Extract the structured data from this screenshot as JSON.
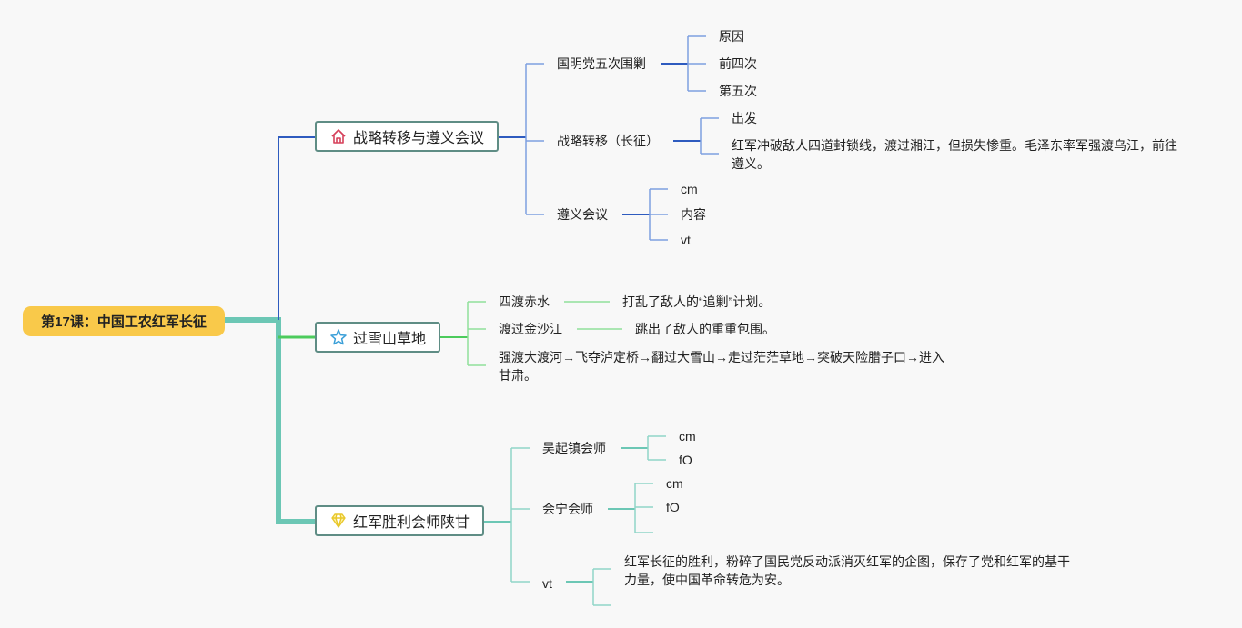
{
  "root": "第17课：中国工农红军长征",
  "topics": {
    "t1": {
      "label": "战略转移与遵义会议",
      "icon": "house-icon",
      "children": {
        "c1": {
          "label": "国明党五次围剿",
          "leaves": [
            "原因",
            "前四次",
            "第五次"
          ]
        },
        "c2": {
          "label": "战略转移（长征）",
          "leaves": [
            "出发",
            "红军冲破敌人四道封锁线，渡过湘江，但损失惨重。毛泽东率军强渡乌江，前往遵义。"
          ]
        },
        "c3": {
          "label": "遵义会议",
          "leaves": [
            "cm",
            "内容",
            "vt"
          ]
        }
      }
    },
    "t2": {
      "label": "过雪山草地",
      "icon": "star-icon",
      "children": {
        "c1": {
          "label": "四渡赤水",
          "note": "打乱了敌人的“追剿”计划。"
        },
        "c2": {
          "label": "渡过金沙江",
          "note": "跳出了敌人的重重包围。"
        },
        "c3": {
          "label": "强渡大渡河→飞夺泸定桥→翻过大雪山→走过茫茫草地→突破天险腊子口→进入甘肃。"
        }
      }
    },
    "t3": {
      "label": "红军胜利会师陕甘",
      "icon": "diamond-icon",
      "children": {
        "c1": {
          "label": "吴起镇会师",
          "leaves": [
            "cm",
            "fO"
          ]
        },
        "c2": {
          "label": "会宁会师",
          "leaves": [
            "cm",
            "fO",
            ""
          ]
        },
        "c3": {
          "label": "vt",
          "leaves": [
            "红军长征的胜利，粉碎了国民党反动派消灭红军的企图，保存了党和红军的基干力量，使中国革命转危为安。",
            ""
          ]
        }
      }
    }
  },
  "colors": {
    "root_fill": "#f9c94a",
    "branch_blue": "#2e5bbf",
    "branch_green": "#4ccb5c",
    "branch_teal": "#6cc7b5",
    "topic_border": "#5f8d85",
    "sub_blue": "#7d9fe0",
    "sub_green": "#90e09a",
    "sub_teal": "#8fd6c8"
  }
}
